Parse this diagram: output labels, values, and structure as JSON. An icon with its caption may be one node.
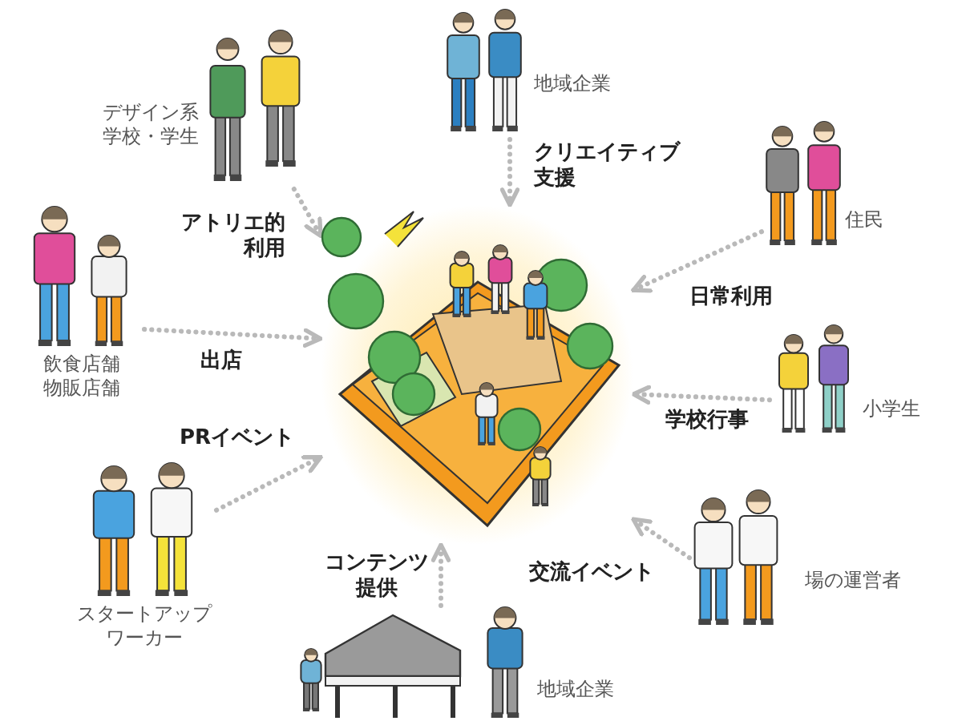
{
  "diagram": {
    "nodes": [
      {
        "text": [],
        "shape": "picture"
      },
      {
        "text": [
          "地域企業"
        ]
      },
      {
        "text": [
          "デザイン系学校・学生"
        ]
      },
      {
        "text": [
          "住民"
        ]
      },
      {
        "text": [
          "飲食店舗物販店舗"
        ]
      },
      {
        "text": [
          "小学生"
        ]
      },
      {
        "text": [
          "スタートアップワーカー"
        ]
      },
      {
        "text": [
          "場の運営者"
        ]
      },
      {
        "text": [
          "地域企業"
        ]
      }
    ],
    "edges": [
      {
        "from": 1,
        "to": 0,
        "arrow": "to",
        "label": "クリエイティブ支援"
      },
      {
        "from": 2,
        "to": 0,
        "arrow": "to",
        "label": "アトリエ的利用"
      },
      {
        "from": 3,
        "to": 0,
        "arrow": "to",
        "label": "日常利用"
      },
      {
        "from": 4,
        "to": 0,
        "arrow": "to",
        "label": "出店"
      },
      {
        "from": 5,
        "to": 0,
        "arrow": "to",
        "label": "学校行事"
      },
      {
        "from": 6,
        "to": 0,
        "arrow": "to",
        "label": "PRイベント"
      },
      {
        "from": 7,
        "to": 0,
        "arrow": "to",
        "label": "交流イベント"
      },
      {
        "from": 8,
        "to": 0,
        "arrow": "to",
        "label": "コンテンツ提供"
      }
    ]
  }
}
